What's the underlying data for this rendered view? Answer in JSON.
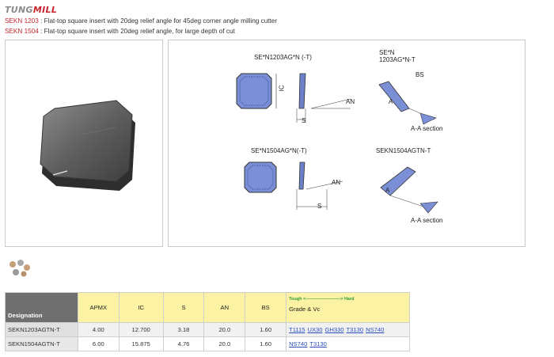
{
  "brand": {
    "part1": "TUNG",
    "part2": "MILL"
  },
  "descriptions": [
    {
      "code": "SEKN 1203",
      "text": " : Flat-top square insert with 20deg relief angle for 45deg corner angle milling cutter"
    },
    {
      "code": "SEKN 1504",
      "text": " : Flat-top square insert with 20deg relief angle, for large depth of cut"
    }
  ],
  "diagram": {
    "top_left_title": "SE*N1203AG*N (-T)",
    "top_right_title_1": "SE*N",
    "top_right_title_2": "1203AG*N-T",
    "bottom_left_title": "SE*N1504AG*N(-T)",
    "bottom_right_title": "SEKN1504AGTN-T",
    "label_ic": "IC",
    "label_an": "AN",
    "label_s": "S",
    "label_a": "A",
    "label_bs": "BS",
    "label_section": "A-A section"
  },
  "table": {
    "headers": {
      "designation": "Designation",
      "apmx": "APMX",
      "ic": "IC",
      "s": "S",
      "an": "AN",
      "bs": "BS",
      "tough_hard": "Tough <————————> Hard",
      "grade_vc": "Grade & Vc"
    },
    "rows": [
      {
        "designation": "SEKN1203AGTN-T",
        "apmx": "4.00",
        "ic": "12.700",
        "s": "3.18",
        "an": "20.0",
        "bs": "1.60",
        "grades": [
          "T1115",
          "UX30",
          "GH330",
          "T3130",
          "NS740"
        ]
      },
      {
        "designation": "SEKN1504AGTN-T",
        "apmx": "6.00",
        "ic": "15.875",
        "s": "4.76",
        "an": "20.0",
        "bs": "1.60",
        "grades": [
          "NS740",
          "T3130"
        ]
      }
    ]
  },
  "colors": {
    "brand_red": "#c4262e",
    "insert_blue": "#7a8fd6",
    "header_yellow": "#fbf2a4",
    "link_blue": "#2a4fbf"
  }
}
